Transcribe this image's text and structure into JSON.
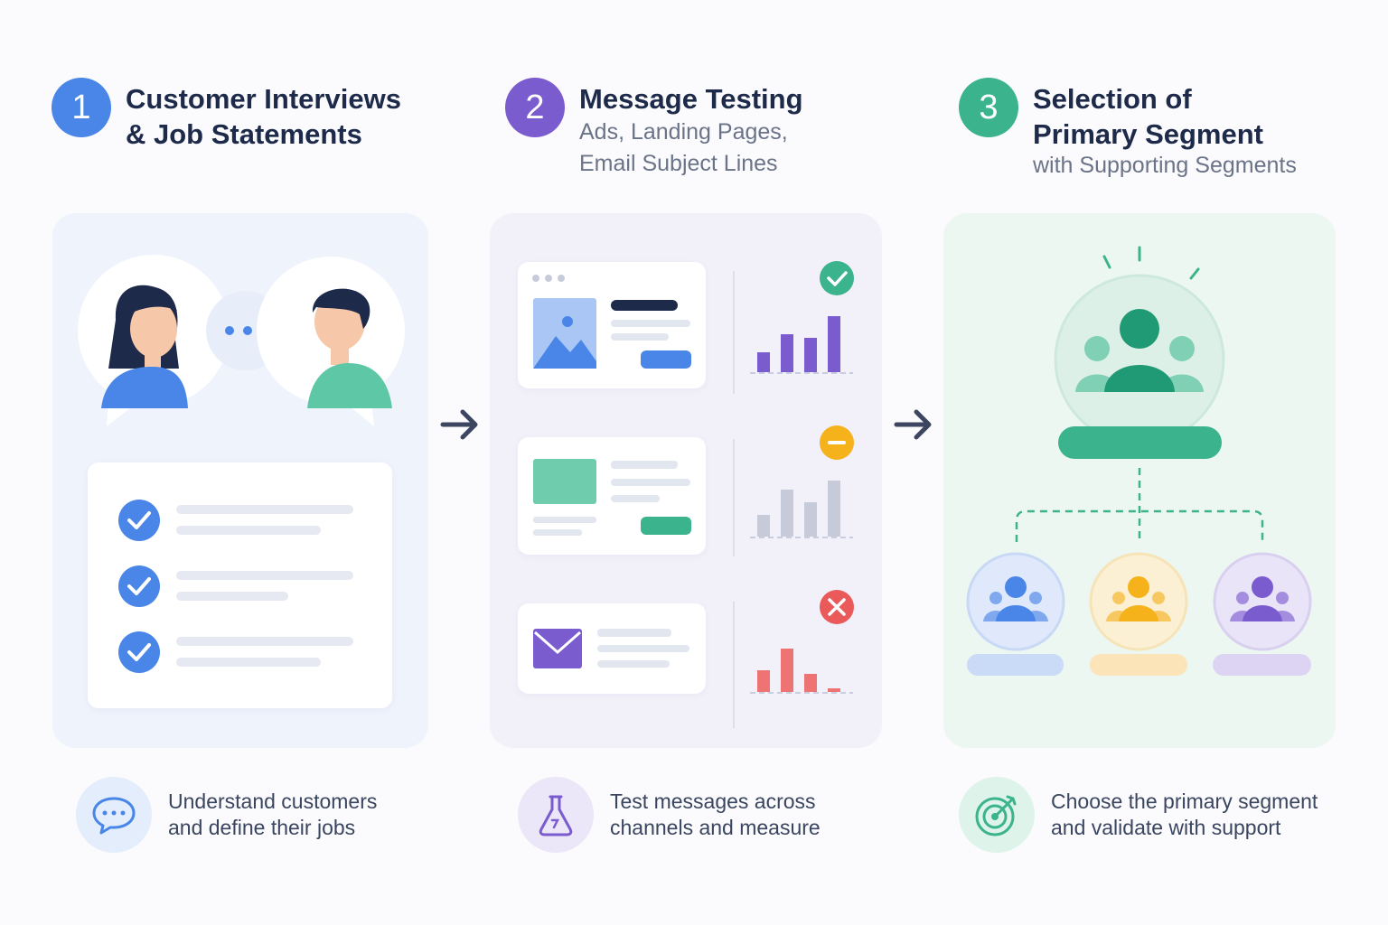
{
  "steps": [
    {
      "number": "1",
      "title": "Customer Interviews\n& Job Statements",
      "subtitle": "",
      "color": "#4a86e8"
    },
    {
      "number": "2",
      "title": "Message Testing",
      "subtitle": "Ads, Landing Pages,\nEmail Subject Lines",
      "color": "#7b5ccf"
    },
    {
      "number": "3",
      "title": "Selection of\nPrimary Segment",
      "subtitle": "with Supporting Segments",
      "color": "#3bb38c"
    }
  ],
  "footers": [
    {
      "text": "Understand customers\nand define their jobs",
      "icon": "chat-bubble-icon"
    },
    {
      "text": "Test messages across\nchannels and measure",
      "icon": "flask-icon"
    },
    {
      "text": "Choose the primary segment\nand validate with support",
      "icon": "target-icon"
    }
  ],
  "message_tests": [
    {
      "channel": "ad",
      "result": "success",
      "color": "#3bb38c"
    },
    {
      "channel": "landing-page",
      "result": "neutral",
      "color": "#f6b21b"
    },
    {
      "channel": "email",
      "result": "fail",
      "color": "#ea5a5a"
    }
  ],
  "segments": {
    "primary_color": "#3bb38c",
    "supporting_colors": [
      "#4a86e8",
      "#f6b21b",
      "#7b5ccf"
    ]
  }
}
